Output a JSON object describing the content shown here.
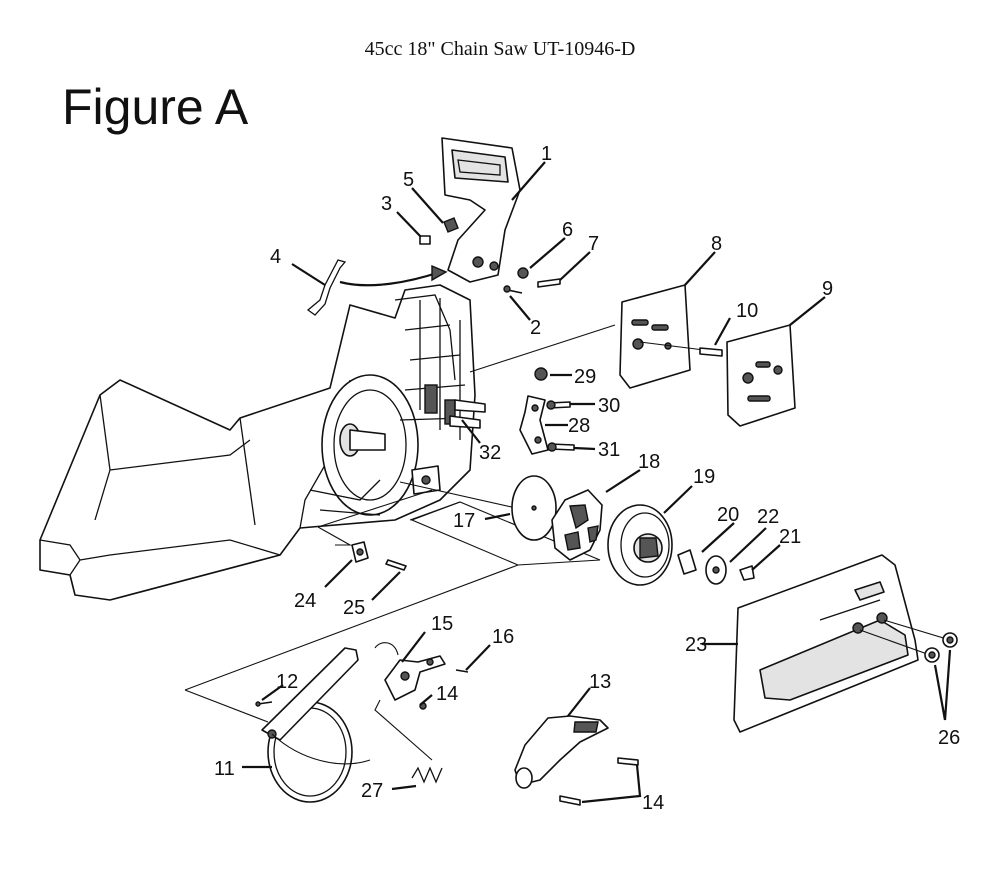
{
  "header": {
    "title": "45cc 18\" Chain Saw UT-10946-D"
  },
  "figure": {
    "label": "Figure A"
  },
  "callouts": [
    "1",
    "2",
    "3",
    "4",
    "5",
    "6",
    "7",
    "8",
    "9",
    "10",
    "11",
    "12",
    "13",
    "14",
    "14",
    "14",
    "15",
    "16",
    "17",
    "18",
    "19",
    "20",
    "21",
    "22",
    "23",
    "24",
    "25",
    "26",
    "27",
    "28",
    "29",
    "30",
    "31",
    "32"
  ]
}
